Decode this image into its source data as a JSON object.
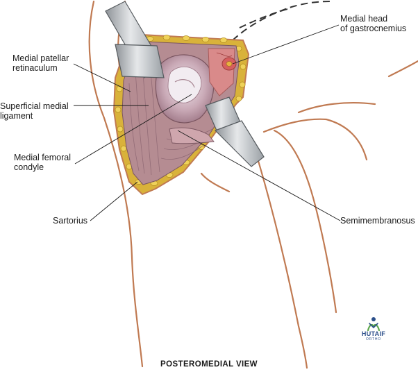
{
  "labels": {
    "medial_head_gastrocnemius": [
      "Medial head",
      "of gastrocnemius"
    ],
    "medial_patellar_retinaculum": [
      "Medial patellar",
      "retinaculum"
    ],
    "superficial_medial_ligament": [
      "Superficial medial",
      "ligament"
    ],
    "medial_femoral_condyle": [
      "Medial femoral",
      "condyle"
    ],
    "sartorius": "Sartorius",
    "semimembranosus": "Semimembranosus"
  },
  "view_title": "POSTEROMEDIAL VIEW",
  "logo": {
    "word": "HUTAIF",
    "sub": "ORTHO"
  },
  "colors": {
    "outline": "#c07a52",
    "fat": "#d9b23a",
    "tissue": "#b58c92",
    "muscle": "#d98a8a",
    "retractor": "#b8bcc0",
    "logo_blue": "#2b4f8a",
    "logo_green": "#5aa64a"
  }
}
